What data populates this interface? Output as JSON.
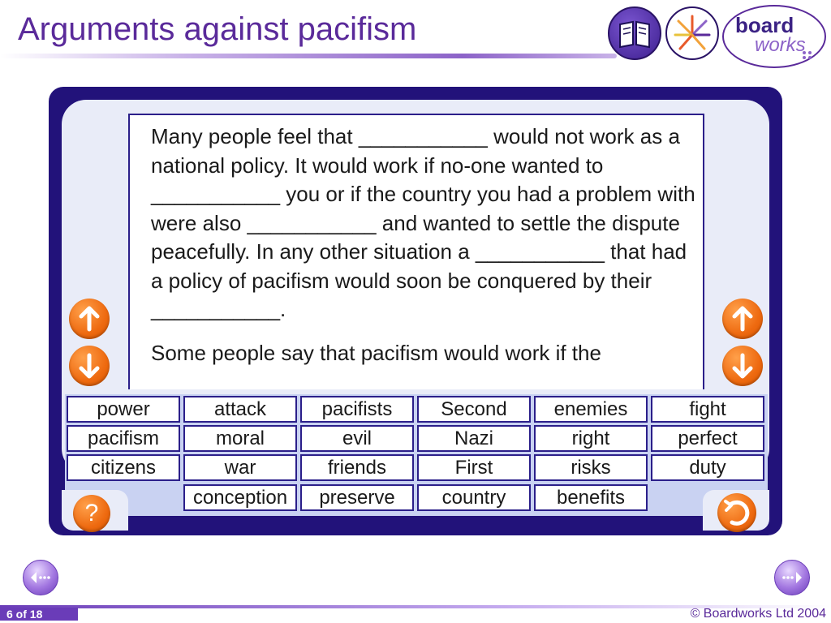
{
  "title": "Arguments against pacifism",
  "logo": {
    "line1": "board",
    "line2": "works"
  },
  "passage": {
    "paragraph1": "Many people feel that ___________ would not work as a national policy. It would work if no-one wanted to ___________ you or if the country you had a problem with were also ___________ and wanted to settle the dispute peacefully. In any other situation a ___________ that had a policy of pacifism would soon be conquered by their ___________.",
    "paragraph2": "Some people say that pacifism would work if the"
  },
  "word_bank": [
    [
      "power",
      "attack",
      "pacifists",
      "Second",
      "enemies",
      "fight"
    ],
    [
      "pacifism",
      "moral",
      "evil",
      "Nazi",
      "right",
      "perfect"
    ],
    [
      "citizens",
      "war",
      "friends",
      "First",
      "risks",
      "duty"
    ],
    [
      "conception",
      "preserve",
      "country",
      "benefits"
    ]
  ],
  "buttons": {
    "help_label": "?",
    "scroll_up_icon": "arrow-up-icon",
    "scroll_down_icon": "arrow-down-icon",
    "reset_icon": "undo-icon"
  },
  "footer": {
    "slide_number": "6 of 18",
    "copyright": "© Boardworks Ltd 2004"
  },
  "colors": {
    "title": "#5a2a9a",
    "panel": "#22127a",
    "orange_button": "#ee6a10",
    "word_bank_bg": "#c9d2f2"
  }
}
